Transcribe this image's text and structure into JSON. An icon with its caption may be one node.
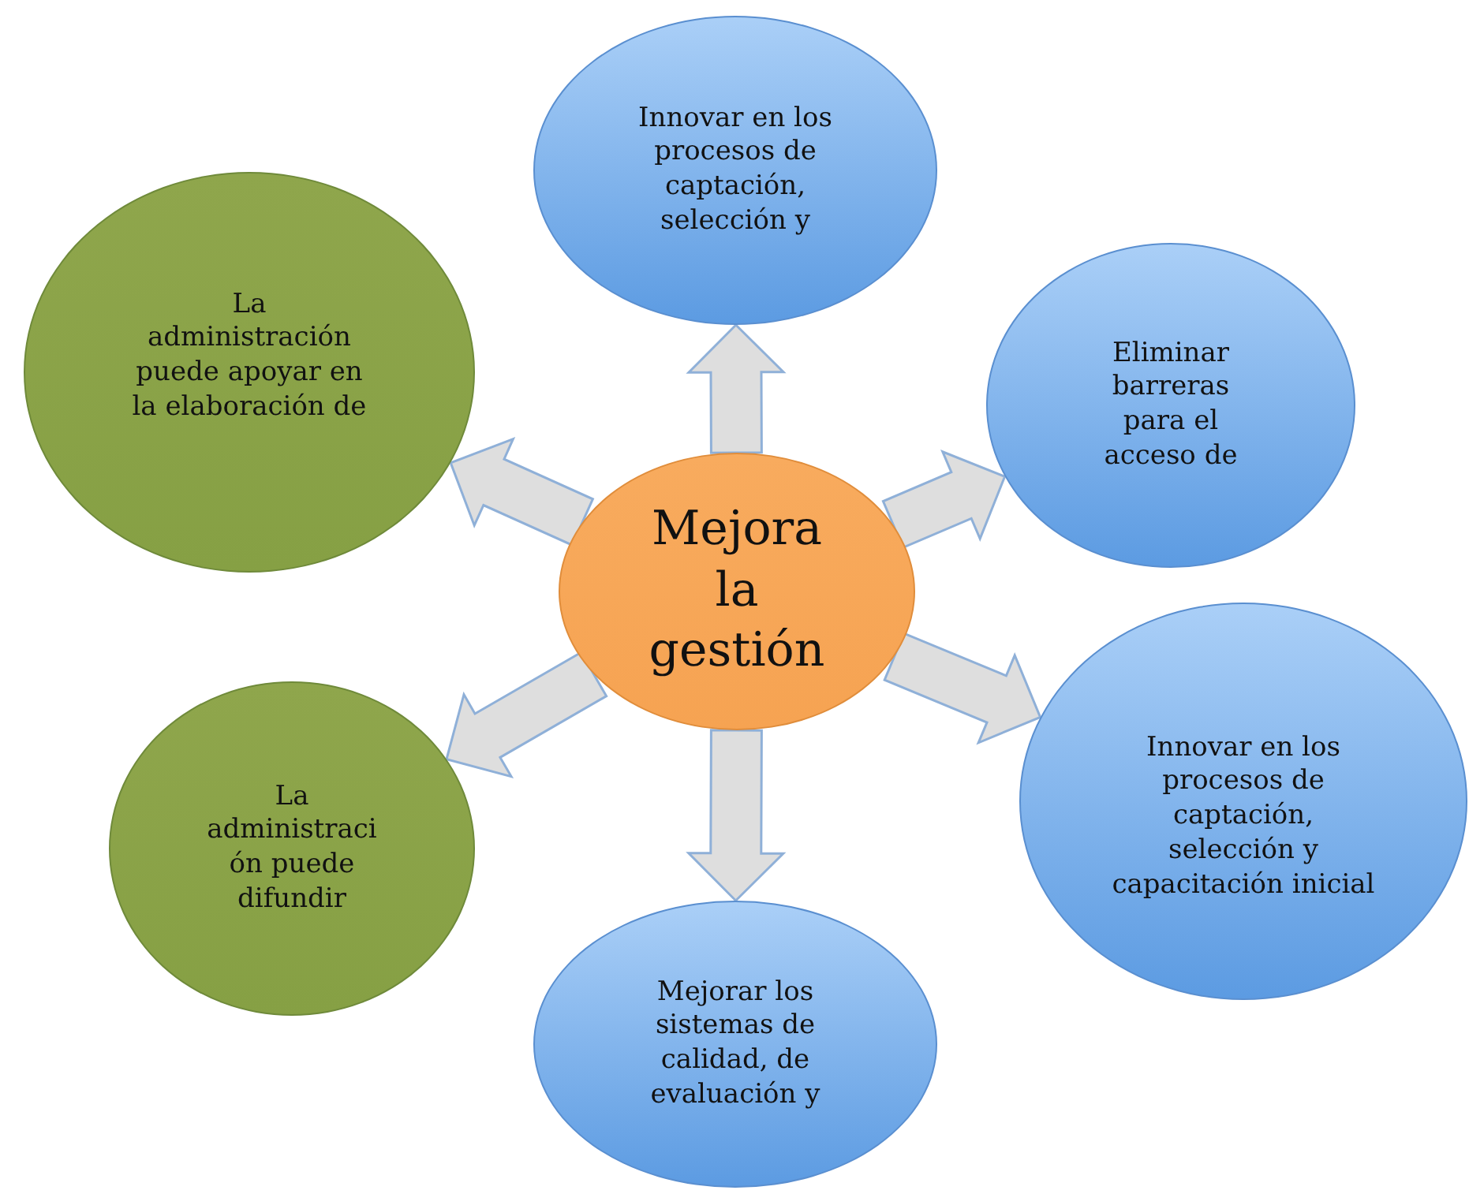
{
  "diagram": {
    "nodes": [
      {
        "text": [
          "Mejora la gestión"
        ]
      },
      {
        "text": [
          "Innovar en los procesos de captación, selección y"
        ]
      },
      {
        "text": [
          "Eliminar barreras para el acceso de"
        ]
      },
      {
        "text": [
          "Innovar en los procesos de captación, selección y capacitación inicial"
        ]
      },
      {
        "text": [
          "Mejorar los sistemas de calidad, de evaluación y"
        ]
      },
      {
        "text": [
          "La administraci ón puede difundir"
        ]
      },
      {
        "text": [
          "La administración puede apoyar en la elaboración de"
        ]
      }
    ],
    "edges": [
      {
        "from": 0,
        "to": 1,
        "arrow": "to"
      },
      {
        "from": 0,
        "to": 2,
        "arrow": "to"
      },
      {
        "from": 0,
        "to": 3,
        "arrow": "to"
      },
      {
        "from": 0,
        "to": 4,
        "arrow": "to"
      },
      {
        "from": 0,
        "to": 5,
        "arrow": "to"
      },
      {
        "from": 0,
        "to": 6,
        "arrow": "to"
      }
    ]
  }
}
